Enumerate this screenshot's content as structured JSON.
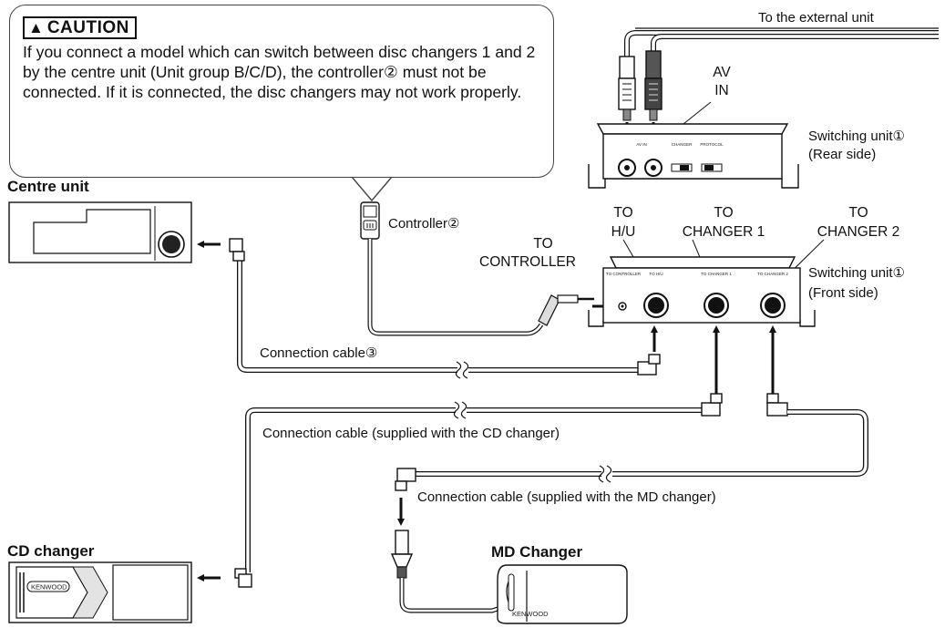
{
  "caution": {
    "icon": "warning-triangle-icon",
    "heading": "CAUTION",
    "text": "If you connect a model which can switch between disc changers 1 and 2 by the centre unit (Unit group B/C/D), the controller② must not be connected. If it is connected, the disc changers may not work properly."
  },
  "labels": {
    "external_unit": "To the external unit",
    "av_in_1": "AV",
    "av_in_2": "IN",
    "switching_rear_1": "Switching unit①",
    "switching_rear_2": "(Rear side)",
    "centre_unit": "Centre unit",
    "controller": "Controller②",
    "to_controller_1": "TO",
    "to_controller_2": "CONTROLLER",
    "to_hu_1": "TO",
    "to_hu_2": "H/U",
    "to_changer1_1": "TO",
    "to_changer1_2": "CHANGER 1",
    "to_changer2_1": "TO",
    "to_changer2_2": "CHANGER 2",
    "switching_front_1": "Switching unit①",
    "switching_front_2": "(Front side)",
    "connection_cable_3": "Connection cable③",
    "cable_cd": "Connection cable (supplied with the CD changer)",
    "cable_md": "Connection cable (supplied with the MD changer)",
    "cd_changer": "CD changer",
    "md_changer": "MD Changer",
    "brand_cd": "KENWOOD",
    "brand_md": "KENWOOD"
  },
  "panel_text": {
    "rear_av_in": "AV IN",
    "rear_switch_a": "CHANGER",
    "rear_switch_b": "PROTOCOL",
    "front_controller": "TO CONTROLLER",
    "front_hu": "TO H/U",
    "front_changer1": "TO CHANGER 1",
    "front_changer2": "TO CHANGER 2"
  }
}
